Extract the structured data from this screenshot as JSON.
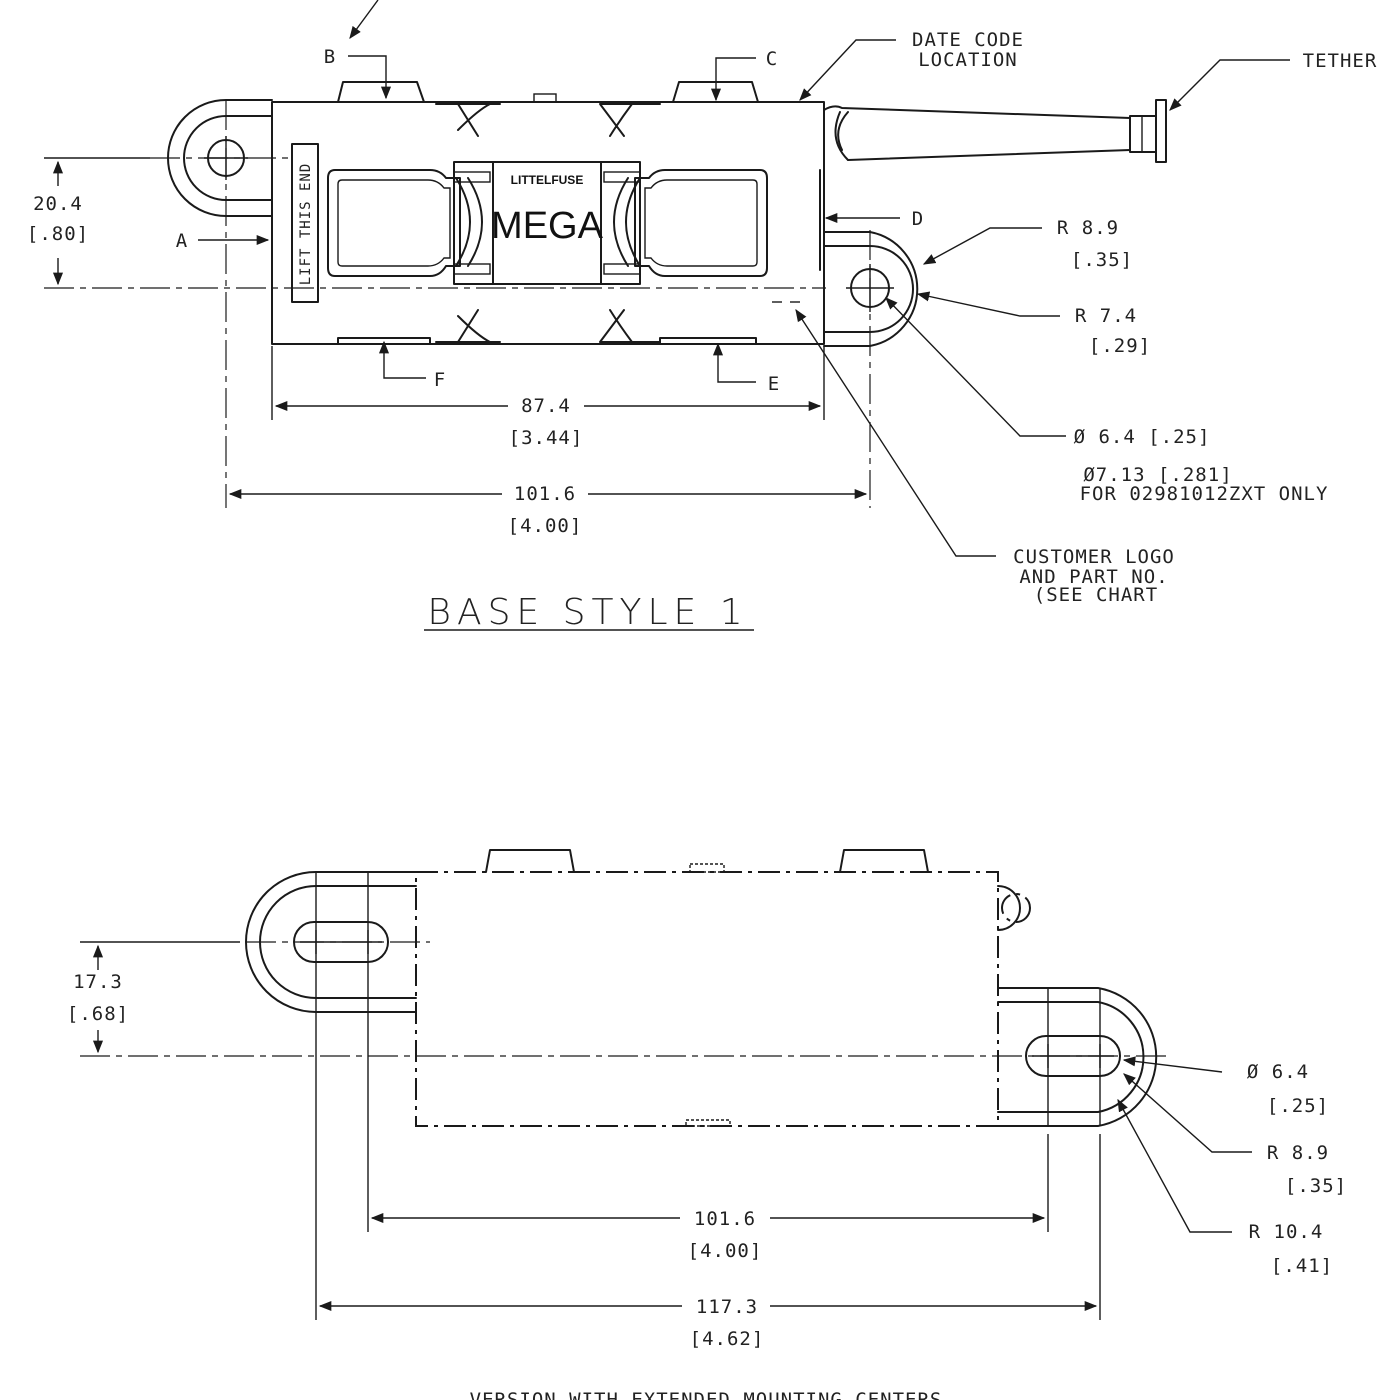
{
  "top_view": {
    "title": "BASE STYLE 1",
    "callouts": {
      "a": "A",
      "b": "B",
      "c": "C",
      "d": "D",
      "e": "E",
      "f": "F",
      "date_code_1": "DATE CODE",
      "date_code_2": "LOCATION",
      "tether": "TETHER",
      "customer_1": "CUSTOMER LOGO",
      "customer_2": "AND PART NO.",
      "customer_3": "(SEE CHART"
    },
    "fuse": {
      "brand": "LITTELFUSE",
      "label": "MEGA",
      "lift_label": "LIFT THIS END"
    },
    "dimensions": {
      "height_mm": "20.4",
      "height_in": "[.80]",
      "body_width_mm": "87.4",
      "body_width_in": "[3.44]",
      "centers_mm": "101.6",
      "centers_in": "[4.00]",
      "r_outer_mm": "R 8.9",
      "r_outer_in": "[.35]",
      "r_inner_mm": "R 7.4",
      "r_inner_in": "[.29]",
      "hole": "Ø 6.4 [.25]",
      "hole_alt_1": "Ø7.13 [.281]",
      "hole_alt_2": "FOR 02981012ZXT ONLY"
    }
  },
  "bottom_view": {
    "caption": "VERSION WITH EXTENDED MOUNTING CENTERS",
    "dimensions": {
      "height_mm": "17.3",
      "height_in": "[.68]",
      "hole_mm": "Ø 6.4",
      "hole_in": "[.25]",
      "r_inner_mm": "R 8.9",
      "r_inner_in": "[.35]",
      "r_outer_mm": "R 10.4",
      "r_outer_in": "[.41]",
      "centers_mm": "101.6",
      "centers_in": "[4.00]",
      "overall_mm": "117.3",
      "overall_in": "[4.62]"
    }
  }
}
